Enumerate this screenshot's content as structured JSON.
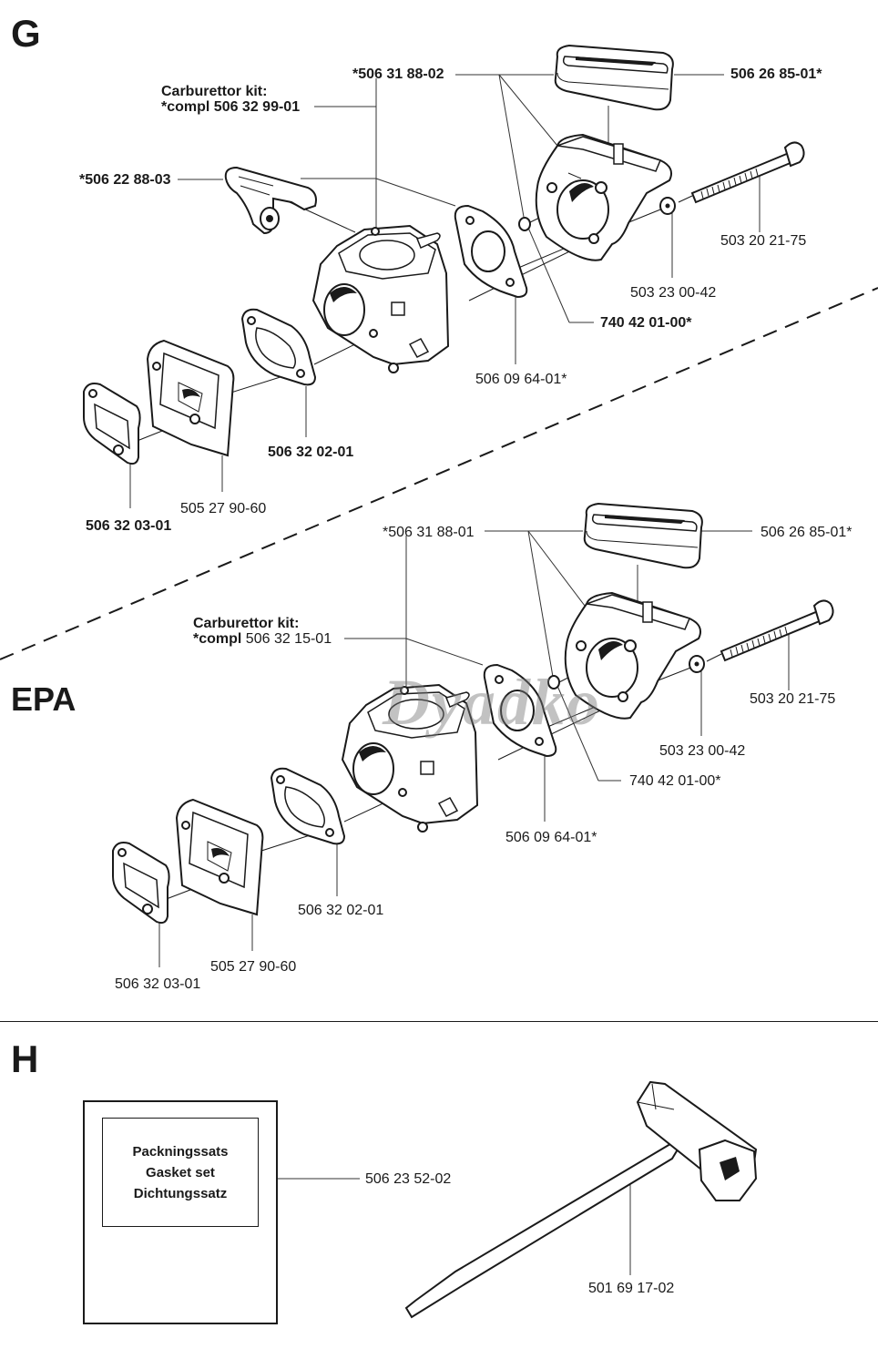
{
  "sections": {
    "g": {
      "letter": "G",
      "labels": {
        "carb_kit_title": "Carburettor kit:",
        "carb_kit_part": "*compl 506 32 99-01",
        "intake_flange_part": "*506 31 88-02",
        "rubber_boot_part": "506 26 85-01*",
        "elbow_part": "*506 22 88-03",
        "bolt_part": "503 20 21-75",
        "washer_part": "503 23 00-42",
        "oring_part": "740 42 01-00*",
        "gasket_right_part": "506 09 64-01*",
        "gasket_mid_part": "506 32 02-01",
        "spacer_part": "505 27 90-60",
        "gasket_left_part": "506 32 03-01"
      }
    },
    "epa": {
      "letter": "EPA",
      "labels": {
        "carb_kit_title": "Carburettor kit:",
        "carb_kit_prefix": "*compl",
        "carb_kit_part": "506 32 15-01",
        "intake_flange_part": "*506 31 88-01",
        "rubber_boot_part": "506 26 85-01*",
        "bolt_part": "503 20 21-75",
        "washer_part": "503 23 00-42",
        "oring_part": "740 42 01-00*",
        "gasket_right_part": "506 09 64-01*",
        "gasket_mid_part": "506 32 02-01",
        "spacer_part": "505 27 90-60",
        "gasket_left_part": "506 32 03-01"
      }
    },
    "h": {
      "letter": "H",
      "gasket_set": {
        "lines": [
          "Packningssats",
          "Gasket set",
          "Dichtungssatz"
        ],
        "part": "506 23 52-02"
      },
      "tool": {
        "part": "501 69 17-02"
      }
    }
  },
  "watermark": "Dyadko"
}
